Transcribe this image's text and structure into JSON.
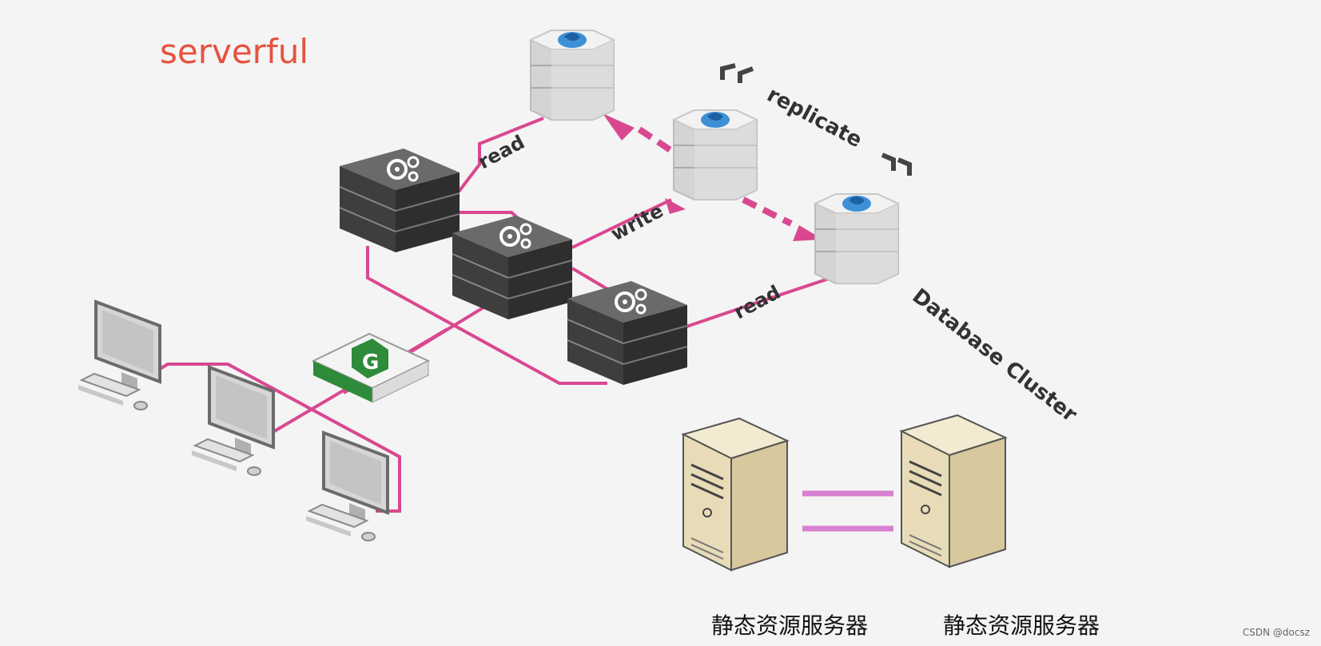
{
  "title": "serverful",
  "labels": {
    "read_top": "read",
    "write": "write",
    "read_bottom": "read",
    "replicate": "replicate",
    "cluster": "Database Cluster"
  },
  "static_servers": [
    {
      "caption": "静态资源服务器"
    },
    {
      "caption": "静态资源服务器"
    }
  ],
  "watermark": "CSDN @docsz",
  "colors": {
    "title": "#e8513f",
    "link": "#d9488f",
    "server_dark": "#4a4a4a",
    "db_silver": "#dcdcdc",
    "db_logo": "#3d8fd6",
    "gateway_green": "#2e8b3a",
    "static_server": "#ece0bf"
  }
}
